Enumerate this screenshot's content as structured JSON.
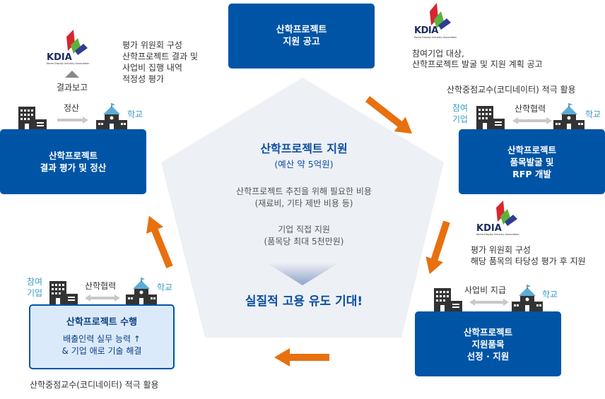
{
  "center": {
    "title": "산학프로젝트 지원",
    "budget": "(예산 약 5억원)",
    "item1_line1": "산학프로젝트 추진을 위해 필요한 비용",
    "item1_line2": "(재료비, 기타 제반 비용 등)",
    "item2_line1": "기업 직접 지원",
    "item2_line2": "(품목당 최대 5천만원)",
    "outcome": "실질적 고용 유도 기대!"
  },
  "steps": [
    {
      "line1": "산학프로젝트",
      "line2": "지원 공고"
    },
    {
      "line1": "산학프로젝트",
      "line2": "품목발굴 및",
      "line3": "RFP 개발"
    },
    {
      "line1": "산학프로젝트",
      "line2": "지원품목",
      "line3": "선정 · 지원"
    },
    {
      "title": "산학프로젝트 수행",
      "line1": "배출인력 실무 능력 ↑",
      "line2": "& 기업 애로 기술 해결"
    },
    {
      "line1": "산학프로젝트",
      "line2": "결과 평가 및 정산"
    }
  ],
  "logo": {
    "name": "KDIA",
    "subtitle": "Korea Display Industry Association"
  },
  "notes": {
    "announce_1": "참여기업 대상,",
    "announce_2": "산학프로젝트 발굴 및 지원 계획 공고",
    "coordinator": "산학중점교수(코디네이터) 적극 활용",
    "select_1": "평가 위원회 구성",
    "select_2": "해당 품목의 타당성 평가 후  지원",
    "eval_1": "평가 위원회 구성",
    "eval_2": "산학프로젝트 결과 및",
    "eval_3": "사업비 집행 내역",
    "eval_4": "적정성 평가",
    "report": "결과보고"
  },
  "labels": {
    "company_1": "참여",
    "company_2": "기업",
    "school": "학교",
    "cooperation": "산학협력",
    "payment": "사업비 지급",
    "settlement": "정산"
  },
  "colors": {
    "primary": "#0054a6",
    "arrow": "#e8700f",
    "accent_label": "#3d9cc9",
    "pentagon": "#edf0f5"
  }
}
